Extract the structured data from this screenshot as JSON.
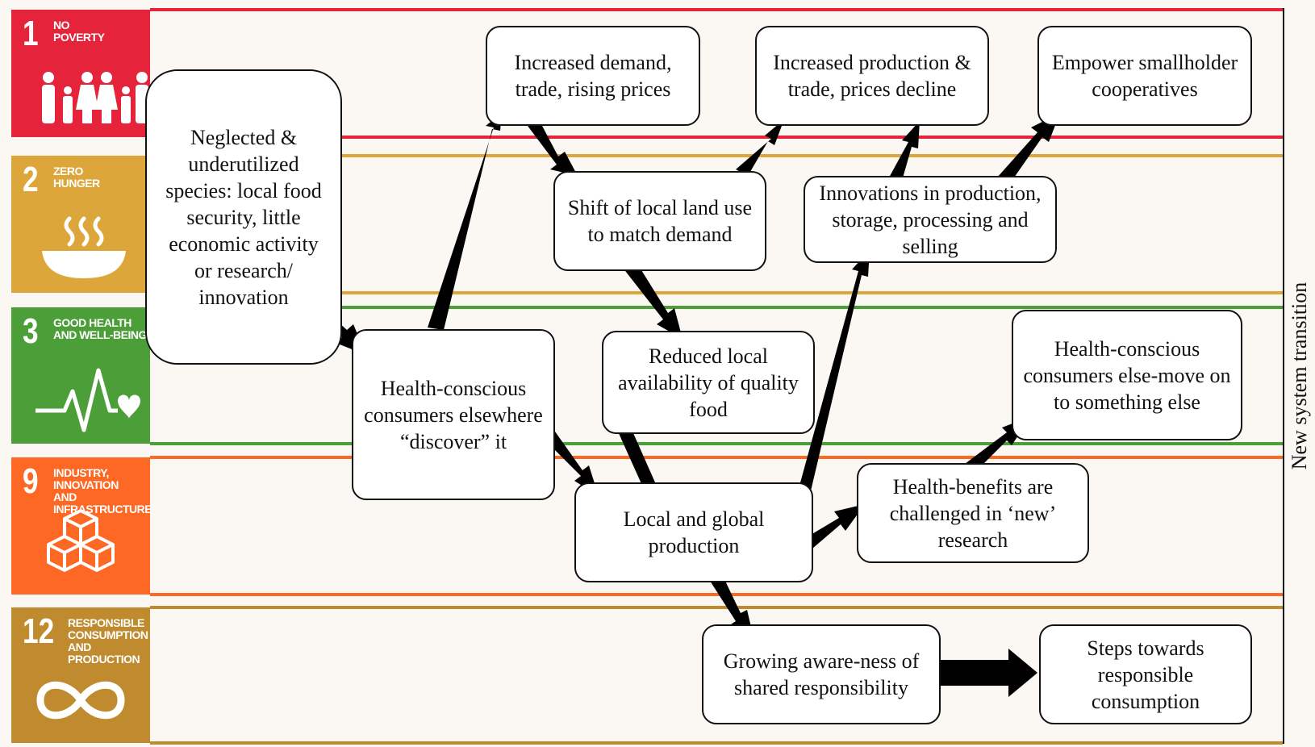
{
  "sdgs": [
    {
      "number": "1",
      "title": "NO\nPOVERTY",
      "color": "#e5243b",
      "icon": "family-icon"
    },
    {
      "number": "2",
      "title": "ZERO\nHUNGER",
      "color": "#dda63a",
      "icon": "bowl-icon"
    },
    {
      "number": "3",
      "title": "GOOD HEALTH\nAND WELL-BEING",
      "color": "#4c9f38",
      "icon": "heartbeat-icon"
    },
    {
      "number": "9",
      "title": "INDUSTRY, INNOVATION\nAND INFRASTRUCTURE",
      "color": "#fd6925",
      "icon": "cubes-icon"
    },
    {
      "number": "12",
      "title": "RESPONSIBLE\nCONSUMPTION\nAND PRODUCTION",
      "color": "#bf8b2e",
      "icon": "infinity-icon"
    }
  ],
  "boxes": {
    "neglected": "Neglected & underutilized species: local food security, little economic activity or research/ innovation",
    "increased_demand": "Increased demand, trade, rising prices",
    "increased_production": "Increased production & trade, prices decline",
    "empower": "Empower smallholder cooperatives",
    "shift_land": "Shift of local land use to match demand",
    "innovations": "Innovations in production, storage, processing and selling",
    "health_discover": "Health-conscious consumers elsewhere “discover” it",
    "reduced_local": "Reduced local availability of quality food",
    "health_move_on": "Health-conscious consumers else-move on to something else",
    "local_global": "Local and global production",
    "health_challenged": "Health-benefits are challenged in ‘new’ research",
    "growing_awareness": "Growing aware-ness of shared responsibility",
    "steps_responsible": "Steps towards responsible consumption"
  },
  "side_label": "New system transition"
}
